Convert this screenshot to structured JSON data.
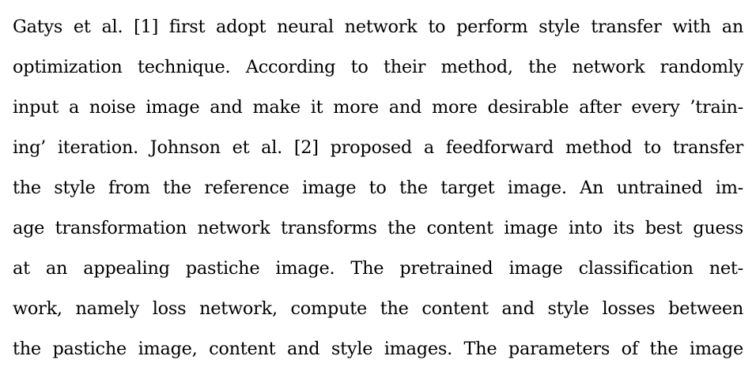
{
  "paragraph": {
    "lines": [
      "Gatys et al. [1] first adopt neural network to perform style transfer with an",
      "optimization technique.  According to their method, the network randomly",
      "input a noise image and make it more and more desirable after every ’train-",
      "ing’ iteration.  Johnson et al. [2] proposed a feedforward method to transfer",
      "the style from the reference image to the target image.  An untrained im-",
      "age transformation network transforms the content image into its best guess",
      "at an appealing pastiche image.  The pretrained image classification net-",
      "work, namely loss network, compute the content and style losses between",
      "the pastiche image, content and style images.  The parameters of the image"
    ]
  }
}
